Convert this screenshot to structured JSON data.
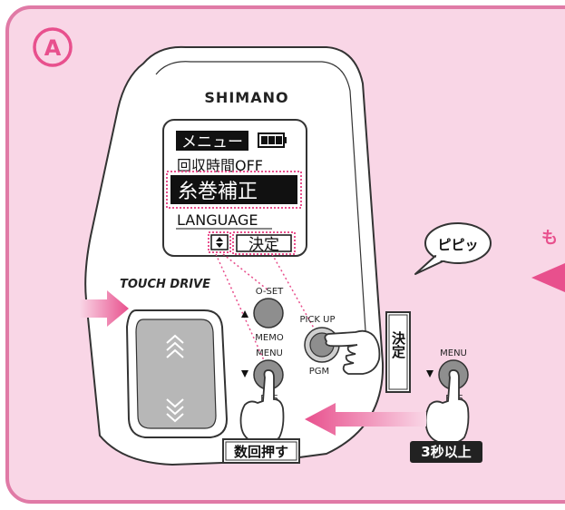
{
  "panel": {
    "label": "A",
    "colors": {
      "panel_bg": "#f9d6e6",
      "panel_border": "#e07aa6",
      "accent": "#e8508d",
      "dark": "#333333"
    }
  },
  "device": {
    "brand": "SHIMANO",
    "logo_text": "TOUCH DRIVE",
    "screen": {
      "menu_title": "メニュー",
      "battery_icon": "battery-icon",
      "items": [
        "回収時間OFF",
        "糸巻補正",
        "LANGUAGE"
      ],
      "selected_index": 1,
      "footer_arrows_icon": "up-down-arrow-icon",
      "footer_label": "決定"
    },
    "buttons": {
      "oset_label": "O-SET",
      "memo_label": "MEMO",
      "pickup_label": "PICK UP",
      "pgm_label": "PGM",
      "menu_label": "MENU",
      "res_label": "RES"
    }
  },
  "annotations": {
    "press_times": "数回押す",
    "confirm_tag": "決定",
    "speech_bubble": "ピピッ",
    "right_menu_label": "MENU",
    "right_res_label": "RES",
    "hold_label": "3秒以上",
    "edge_text": "も"
  }
}
